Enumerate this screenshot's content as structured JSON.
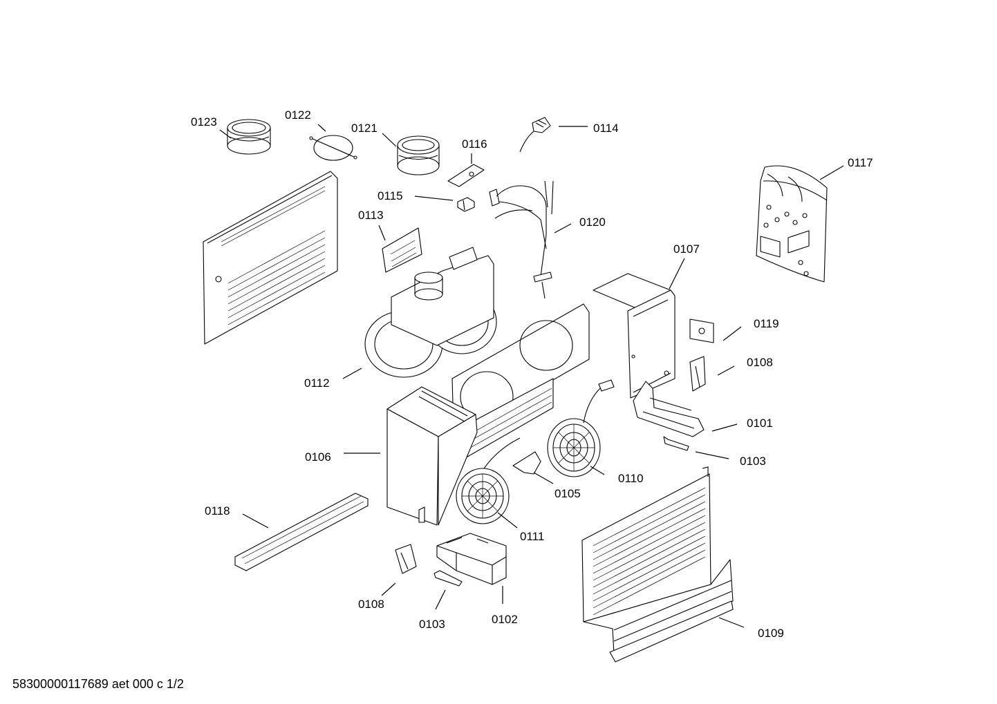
{
  "parts": [
    {
      "id": "p0101",
      "number": "0101"
    },
    {
      "id": "p0102",
      "number": "0102"
    },
    {
      "id": "p0103a",
      "number": "0103"
    },
    {
      "id": "p0103b",
      "number": "0103"
    },
    {
      "id": "p0105",
      "number": "0105"
    },
    {
      "id": "p0106",
      "number": "0106"
    },
    {
      "id": "p0107",
      "number": "0107"
    },
    {
      "id": "p0108a",
      "number": "0108"
    },
    {
      "id": "p0108b",
      "number": "0108"
    },
    {
      "id": "p0109",
      "number": "0109"
    },
    {
      "id": "p0110",
      "number": "0110"
    },
    {
      "id": "p0111",
      "number": "0111"
    },
    {
      "id": "p0112",
      "number": "0112"
    },
    {
      "id": "p0113",
      "number": "0113"
    },
    {
      "id": "p0114",
      "number": "0114"
    },
    {
      "id": "p0115",
      "number": "0115"
    },
    {
      "id": "p0116",
      "number": "0116"
    },
    {
      "id": "p0117",
      "number": "0117"
    },
    {
      "id": "p0118",
      "number": "0118"
    },
    {
      "id": "p0119",
      "number": "0119"
    },
    {
      "id": "p0120",
      "number": "0120"
    },
    {
      "id": "p0121",
      "number": "0121"
    },
    {
      "id": "p0122",
      "number": "0122"
    },
    {
      "id": "p0123",
      "number": "0123"
    }
  ],
  "footer": {
    "doc_id": "58300000117689 aet 000 c 1/2"
  }
}
